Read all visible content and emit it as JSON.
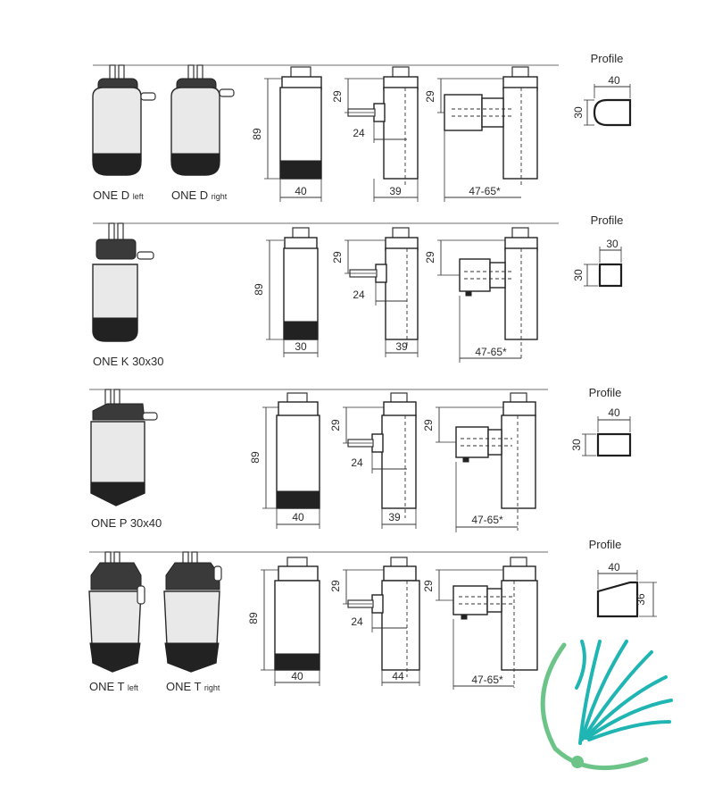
{
  "rows": [
    {
      "models": [
        {
          "name": "ONE D",
          "variant": "left"
        },
        {
          "name": "ONE D",
          "variant": "right"
        }
      ],
      "height": "89",
      "front_width": "40",
      "side_depth": "39",
      "side_top": "29",
      "side_pin": "24",
      "range": "47-65*",
      "profile": {
        "title": "Profile",
        "width": "40",
        "height": "30",
        "shape": "D"
      }
    },
    {
      "models": [
        {
          "name": "ONE K 30x30",
          "variant": ""
        }
      ],
      "height": "89",
      "front_width": "30",
      "side_depth": "39",
      "side_top": "29",
      "side_pin": "24",
      "range": "47-65*",
      "profile": {
        "title": "Profile",
        "width": "30",
        "height": "30",
        "shape": "square"
      }
    },
    {
      "models": [
        {
          "name": "ONE P 30x40",
          "variant": ""
        }
      ],
      "height": "89",
      "front_width": "40",
      "side_depth": "39",
      "side_top": "29",
      "side_pin": "24",
      "range": "47-65*",
      "profile": {
        "title": "Profile",
        "width": "40",
        "height": "30",
        "shape": "rect"
      }
    },
    {
      "models": [
        {
          "name": "ONE T",
          "variant": "left"
        },
        {
          "name": "ONE T",
          "variant": "right"
        }
      ],
      "height": "89",
      "front_width": "40",
      "side_depth": "44",
      "side_top": "29",
      "side_pin": "24",
      "range": "47-65*",
      "profile": {
        "title": "Profile",
        "width": "40",
        "height": "36",
        "shape": "trapezoid"
      }
    }
  ],
  "colors": {
    "logo_green": "#6cc488",
    "logo_teal": "#1fb5b3",
    "line": "#2b2b2b"
  },
  "icons": {
    "logo": "dandelion-seed-logo"
  }
}
